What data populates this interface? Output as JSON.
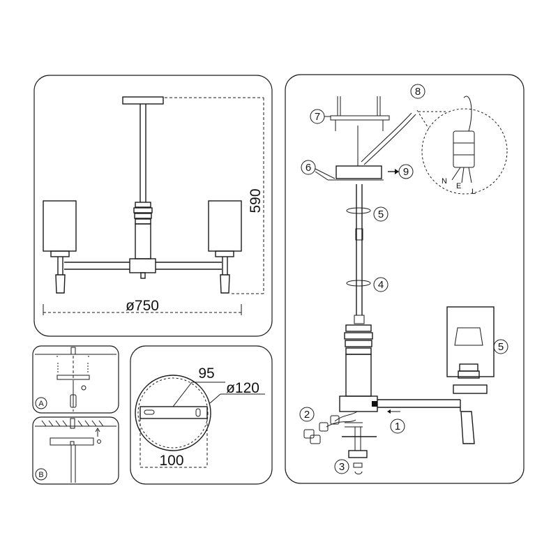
{
  "dimensions": {
    "height": "590",
    "diameter": "ø750",
    "plate_hole_spacing": "95",
    "plate_diameter": "ø120",
    "plate_width": "100"
  },
  "details": {
    "a": "A",
    "b": "B"
  },
  "callouts": {
    "c1": "1",
    "c2": "2",
    "c3": "3",
    "c4": "4",
    "c5a": "5",
    "c5b": "5",
    "c6": "6",
    "c7": "7",
    "c8": "8",
    "c9": "9"
  },
  "wires": {
    "n": "N",
    "e": "E",
    "l": "L"
  }
}
